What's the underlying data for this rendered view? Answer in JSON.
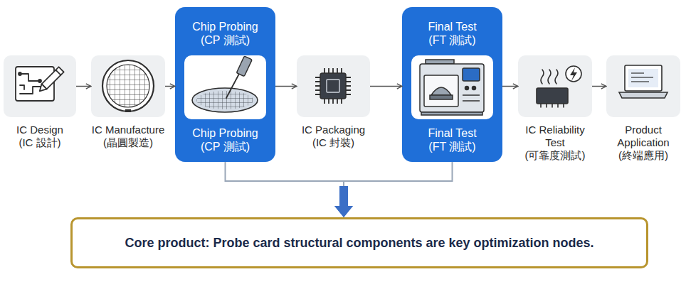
{
  "diagram": {
    "nodes": [
      {
        "text": [
          "IC Design (IC 設計)"
        ]
      },
      {
        "text": [
          "IC Manufacture (晶圓製造)"
        ]
      },
      {
        "text": [
          "Chip Probing (CP 測試)",
          "Chip Probing (CP 測試)"
        ]
      },
      {
        "text": [
          "IC Packaging (IC 封裝)"
        ]
      },
      {
        "text": [
          "Final Test (FT 測試)",
          "Final Test (FT 測試)"
        ]
      },
      {
        "text": [
          "IC Reliability Test (可靠度測試)"
        ]
      },
      {
        "text": [
          "Product Application (終端應用)"
        ]
      },
      {
        "text": [
          "Core product: Probe card structural components are key optimization nodes."
        ]
      }
    ],
    "edges": [
      {
        "from": 0,
        "to": 1,
        "arrow": "to"
      },
      {
        "from": 1,
        "to": 2,
        "arrow": "to"
      },
      {
        "from": 2,
        "to": 3,
        "arrow": "to"
      },
      {
        "from": 3,
        "to": 4,
        "arrow": "to"
      },
      {
        "from": 4,
        "to": 5,
        "arrow": "to"
      },
      {
        "from": 5,
        "to": 6,
        "arrow": "to"
      },
      {
        "from": 2,
        "to": 7,
        "arrow": "to"
      },
      {
        "from": 4,
        "to": 7,
        "arrow": "to"
      }
    ]
  }
}
